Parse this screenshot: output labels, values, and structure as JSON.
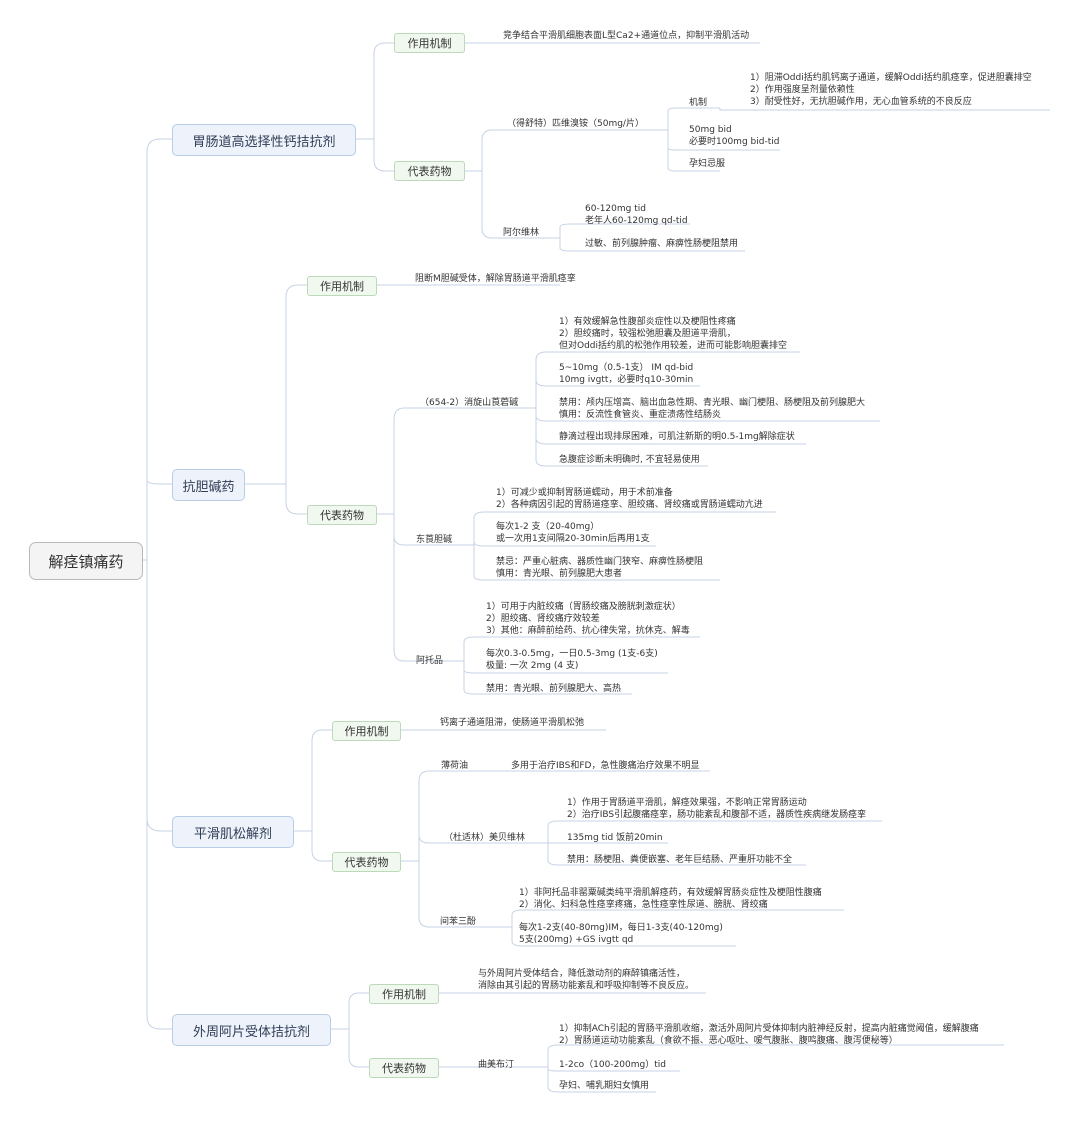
{
  "root": "解痉镇痛药",
  "sections": [
    {
      "title": "胃肠道高选择性钙拮抗剂",
      "mechanism_label": "作用机制",
      "mechanism": "竞争结合平滑肌细胞表面L型Ca2+通道位点，抑制平滑肌活动",
      "drugs_label": "代表药物",
      "drugs": [
        {
          "name": "（得舒特）匹维溴铵（50mg/片）",
          "sub_label": "机制",
          "details": [
            [
              "1）阻滞Oddi括约肌钙离子通道，缓解Oddi括约肌痉挛，促进胆囊排空",
              "2）作用强度呈剂量依赖性",
              "3）耐受性好，无抗胆碱作用，无心血管系统的不良反应"
            ],
            [
              "50mg bid",
              "必要时100mg bid-tid"
            ],
            [
              "孕妇忌服"
            ]
          ]
        },
        {
          "name": "阿尔维林",
          "details": [
            [
              "60-120mg tid",
              "老年人60-120mg qd-tid"
            ],
            [
              "过敏、前列腺肿瘤、麻痹性肠梗阻禁用"
            ]
          ]
        }
      ]
    },
    {
      "title": "抗胆碱药",
      "mechanism_label": "作用机制",
      "mechanism": "阻断M胆碱受体，解除胃肠道平滑肌痉挛",
      "drugs_label": "代表药物",
      "drugs": [
        {
          "name": "（654-2）消旋山莨菪碱",
          "details": [
            [
              "1）有效缓解急性腹部炎症性以及梗阻性疼痛",
              "2）胆绞痛时，较强松弛胆囊及胆道平滑肌，",
              "但对Oddi括约肌的松弛作用较差，进而可能影响胆囊排空"
            ],
            [
              "5~10mg（0.5-1支） IM qd-bid",
              "10mg ivgtt，必要时q10-30min"
            ],
            [
              "禁用：颅内压增高、脑出血急性期、青光眼、幽门梗阻、肠梗阻及前列腺肥大",
              "慎用：反流性食管炎、重症溃疡性结肠炎"
            ],
            [
              "静滴过程出现排尿困难，可肌注新斯的明0.5-1mg解除症状"
            ],
            [
              "急腹症诊断未明确时, 不宜轻易使用"
            ]
          ]
        },
        {
          "name": "东莨胆碱",
          "details": [
            [
              "1）可减少或抑制胃肠道蠕动，用于术前准备",
              "2）各种病因引起的胃肠道痉挛、胆绞痛、肾绞痛或胃肠道蠕动亢进"
            ],
            [
              "每次1-2 支（20-40mg）",
              "或一次用1支间隔20-30min后再用1支"
            ],
            [
              "禁忌：严重心脏病、器质性幽门狭窄、麻痹性肠梗阻",
              "慎用：青光眼、前列腺肥大患者"
            ]
          ]
        },
        {
          "name": "阿托品",
          "details": [
            [
              "1）可用于内脏绞痛（胃肠绞痛及膀胱刺激症状）",
              "2）胆绞痛、肾绞痛疗效较差",
              "3）其他：麻醉前给药、抗心律失常，抗休克、解毒"
            ],
            [
              "每次0.3-0.5mg，一日0.5-3mg (1支-6支)",
              "极量: 一次 2mg (4 支)"
            ],
            [
              "禁用：青光眼、前列腺肥大、高热"
            ]
          ]
        }
      ]
    },
    {
      "title": "平滑肌松解剂",
      "mechanism_label": "作用机制",
      "mechanism": "钙离子通道阻滞，使肠道平滑肌松弛",
      "drugs_label": "代表药物",
      "drugs": [
        {
          "name": "薄荷油",
          "details": [
            [
              "多用于治疗IBS和FD，急性腹痛治疗效果不明显"
            ]
          ]
        },
        {
          "name": "（杜适林）美贝维林",
          "details": [
            [
              "1）作用于胃肠道平滑肌，解痉效果强，不影响正常胃肠运动",
              "2）治疗IBS引起腹痛痉挛，肠功能紊乱和腹部不适，器质性疾病继发肠痉挛"
            ],
            [
              "135mg tid 饭前20min"
            ],
            [
              "禁用：肠梗阻、粪便嵌塞、老年巨结肠、严重肝功能不全"
            ]
          ]
        },
        {
          "name": "间苯三酚",
          "details": [
            [
              "1）非阿托品非罂粟碱类纯平滑肌解痉药，有效缓解胃肠炎症性及梗阻性腹痛",
              "2）消化、妇科急性痉挛疼痛，急性痉挛性尿道、膀胱、肾绞痛"
            ],
            [
              "每次1-2支(40-80mg)IM，每日1-3支(40-120mg)",
              "5支(200mg) +GS ivgtt qd"
            ]
          ]
        }
      ]
    },
    {
      "title": "外周阿片受体拮抗剂",
      "mechanism_label": "作用机制",
      "mechanism": "与外周阿片受体结合，降低激动剂的麻醉镇痛活性，|消除由其引起的胃肠功能紊乱和呼吸抑制等不良反应。",
      "drugs_label": "代表药物",
      "drugs": [
        {
          "name": "曲美布汀",
          "details": [
            [
              "1）抑制ACh引起的胃肠平滑肌收缩，激活外周阿片受体抑制内脏神经反射，提高内脏痛觉阈值，缓解腹痛",
              "2）胃肠道运动功能紊乱（食欲不振、恶心呕吐、嗳气腹胀、腹鸣腹痛、腹泻便秘等）"
            ],
            [
              "1-2co（100-200mg）tid"
            ],
            [
              "孕妇、哺乳期妇女慎用"
            ]
          ]
        }
      ]
    }
  ]
}
